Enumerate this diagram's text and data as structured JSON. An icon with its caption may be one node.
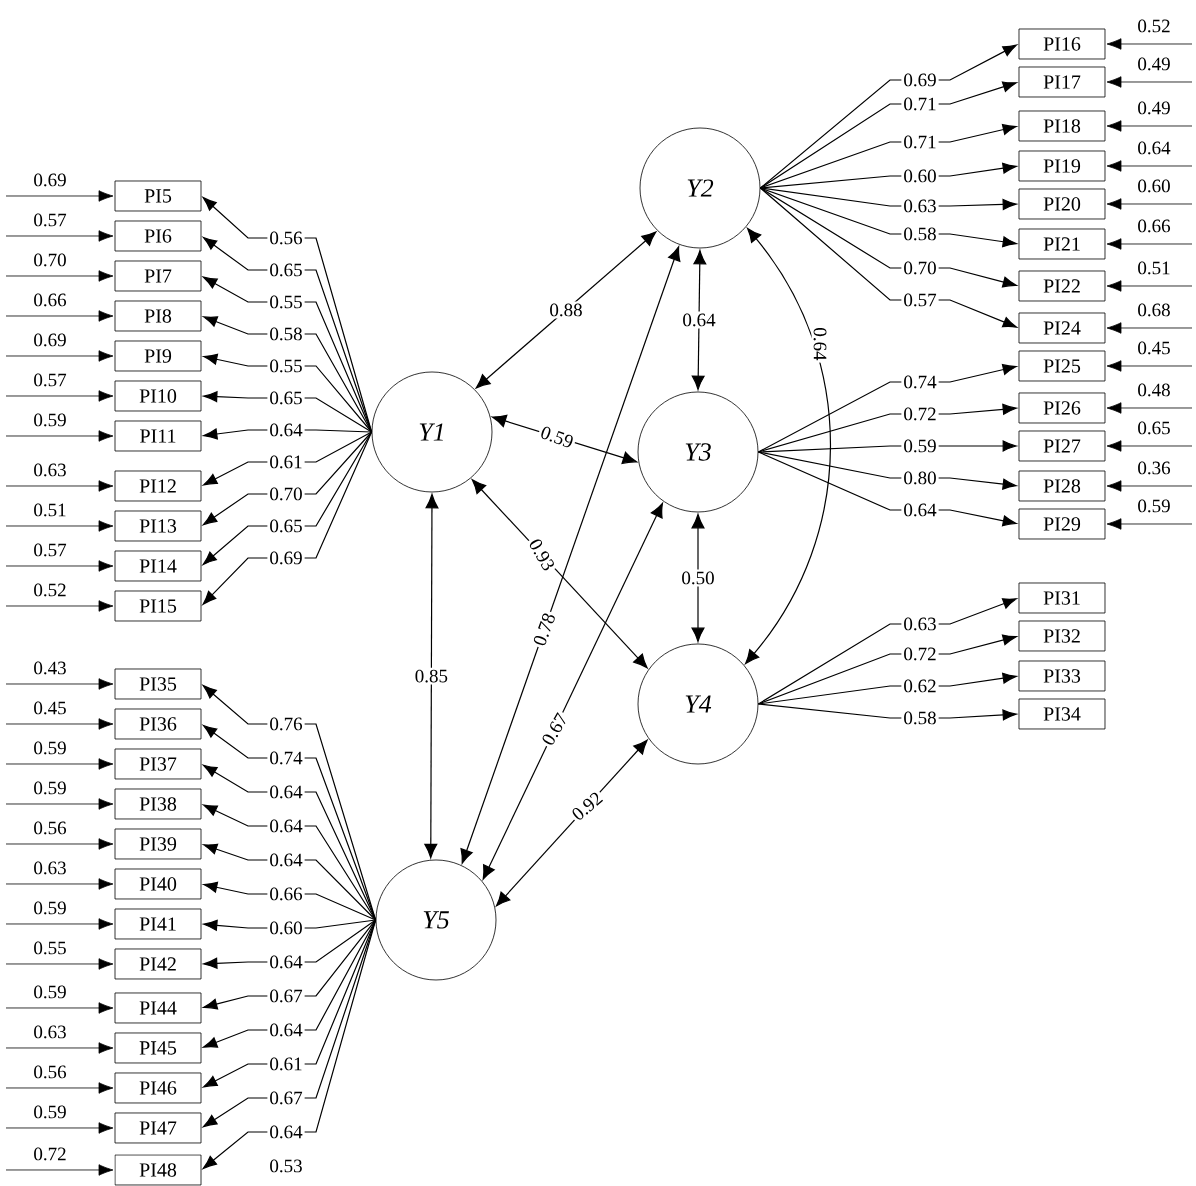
{
  "diagram": {
    "nodes": [
      {
        "text": [
          "Y1"
        ]
      },
      {
        "text": [
          "Y2"
        ]
      },
      {
        "text": [
          "Y3"
        ]
      },
      {
        "text": [
          "Y4"
        ]
      },
      {
        "text": [
          "Y5"
        ]
      },
      {
        "text": [
          "PI5"
        ]
      },
      {
        "text": [
          "PI6"
        ]
      },
      {
        "text": [
          "PI7"
        ]
      },
      {
        "text": [
          "PI8"
        ]
      },
      {
        "text": [
          "PI9"
        ]
      },
      {
        "text": [
          "PI10"
        ]
      },
      {
        "text": [
          "PI11"
        ]
      },
      {
        "text": [
          "PI12"
        ]
      },
      {
        "text": [
          "PI13"
        ]
      },
      {
        "text": [
          "PI14"
        ]
      },
      {
        "text": [
          "PI15"
        ]
      },
      {
        "text": [
          "PI35"
        ]
      },
      {
        "text": [
          "PI36"
        ]
      },
      {
        "text": [
          "PI37"
        ]
      },
      {
        "text": [
          "PI38"
        ]
      },
      {
        "text": [
          "PI39"
        ]
      },
      {
        "text": [
          "PI40"
        ]
      },
      {
        "text": [
          "PI41"
        ]
      },
      {
        "text": [
          "PI42"
        ]
      },
      {
        "text": [
          "PI44"
        ]
      },
      {
        "text": [
          "PI45"
        ]
      },
      {
        "text": [
          "PI46"
        ]
      },
      {
        "text": [
          "PI47"
        ]
      },
      {
        "text": [
          "PI48"
        ]
      },
      {
        "text": [
          "PI16"
        ]
      },
      {
        "text": [
          "PI17"
        ]
      },
      {
        "text": [
          "PI18"
        ]
      },
      {
        "text": [
          "PI19"
        ]
      },
      {
        "text": [
          "PI20"
        ]
      },
      {
        "text": [
          "PI21"
        ]
      },
      {
        "text": [
          "PI22"
        ]
      },
      {
        "text": [
          "PI24"
        ]
      },
      {
        "text": [
          "PI25"
        ]
      },
      {
        "text": [
          "PI26"
        ]
      },
      {
        "text": [
          "PI27"
        ]
      },
      {
        "text": [
          "PI28"
        ]
      },
      {
        "text": [
          "PI29"
        ]
      },
      {
        "text": [
          "PI31"
        ]
      },
      {
        "text": [
          "PI32"
        ]
      },
      {
        "text": [
          "PI33"
        ]
      },
      {
        "text": [
          "PI34"
        ]
      }
    ],
    "edges": [
      {
        "from": 0,
        "to": 1,
        "arrow": "both",
        "label": "0.88"
      },
      {
        "from": 1,
        "to": 2,
        "arrow": "both",
        "label": "0.64"
      },
      {
        "from": 0,
        "to": 2,
        "arrow": "both",
        "label": "0.59"
      },
      {
        "from": 0,
        "to": 3,
        "arrow": "both",
        "label": "0.93"
      },
      {
        "from": 1,
        "to": 3,
        "arrow": "both",
        "label": "0.64"
      },
      {
        "from": 2,
        "to": 3,
        "arrow": "both",
        "label": "0.50"
      },
      {
        "from": 0,
        "to": 4,
        "arrow": "both",
        "label": "0.85"
      },
      {
        "from": 1,
        "to": 4,
        "arrow": "both",
        "label": "0.78"
      },
      {
        "from": 2,
        "to": 4,
        "arrow": "both",
        "label": "0.67"
      },
      {
        "from": 3,
        "to": 4,
        "arrow": "both",
        "label": "0.92"
      },
      {
        "from": 0,
        "to": 5,
        "arrow": "to",
        "label": "0.56"
      },
      {
        "from": 0,
        "to": 6,
        "arrow": "to",
        "label": "0.65"
      },
      {
        "from": 0,
        "to": 7,
        "arrow": "to",
        "label": "0.55"
      },
      {
        "from": 0,
        "to": 8,
        "arrow": "to",
        "label": "0.58"
      },
      {
        "from": 0,
        "to": 9,
        "arrow": "to",
        "label": "0.55"
      },
      {
        "from": 0,
        "to": 10,
        "arrow": "to",
        "label": "0.65"
      },
      {
        "from": 0,
        "to": 11,
        "arrow": "to",
        "label": "0.64"
      },
      {
        "from": 0,
        "to": 12,
        "arrow": "to",
        "label": "0.61"
      },
      {
        "from": 0,
        "to": 13,
        "arrow": "to",
        "label": "0.70"
      },
      {
        "from": 0,
        "to": 14,
        "arrow": "to",
        "label": "0.65"
      },
      {
        "from": 0,
        "to": 15,
        "arrow": "to",
        "label": "0.69"
      },
      {
        "from": 4,
        "to": 16,
        "arrow": "to",
        "label": "0.76"
      },
      {
        "from": 4,
        "to": 17,
        "arrow": "to",
        "label": "0.74"
      },
      {
        "from": 4,
        "to": 18,
        "arrow": "to",
        "label": "0.64"
      },
      {
        "from": 4,
        "to": 19,
        "arrow": "to",
        "label": "0.64"
      },
      {
        "from": 4,
        "to": 20,
        "arrow": "to",
        "label": "0.64"
      },
      {
        "from": 4,
        "to": 21,
        "arrow": "to",
        "label": "0.66"
      },
      {
        "from": 4,
        "to": 22,
        "arrow": "to",
        "label": "0.60"
      },
      {
        "from": 4,
        "to": 23,
        "arrow": "to",
        "label": "0.64"
      },
      {
        "from": 4,
        "to": 24,
        "arrow": "to",
        "label": "0.67"
      },
      {
        "from": 4,
        "to": 25,
        "arrow": "to",
        "label": "0.64"
      },
      {
        "from": 4,
        "to": 26,
        "arrow": "to",
        "label": "0.61"
      },
      {
        "from": 4,
        "to": 27,
        "arrow": "to",
        "label": "0.67"
      },
      {
        "from": 4,
        "to": 28,
        "arrow": "to",
        "label": "0.64"
      },
      {
        "from": 1,
        "to": 29,
        "arrow": "to",
        "label": "0.69"
      },
      {
        "from": 1,
        "to": 30,
        "arrow": "to",
        "label": "0.71"
      },
      {
        "from": 1,
        "to": 31,
        "arrow": "to",
        "label": "0.71"
      },
      {
        "from": 1,
        "to": 32,
        "arrow": "to",
        "label": "0.60"
      },
      {
        "from": 1,
        "to": 33,
        "arrow": "to",
        "label": "0.63"
      },
      {
        "from": 1,
        "to": 34,
        "arrow": "to",
        "label": "0.58"
      },
      {
        "from": 1,
        "to": 35,
        "arrow": "to",
        "label": "0.70"
      },
      {
        "from": 1,
        "to": 36,
        "arrow": "to",
        "label": "0.57"
      },
      {
        "from": 2,
        "to": 37,
        "arrow": "to",
        "label": "0.74"
      },
      {
        "from": 2,
        "to": 38,
        "arrow": "to",
        "label": "0.72"
      },
      {
        "from": 2,
        "to": 39,
        "arrow": "to",
        "label": "0.59"
      },
      {
        "from": 2,
        "to": 40,
        "arrow": "to",
        "label": "0.80"
      },
      {
        "from": 2,
        "to": 41,
        "arrow": "to",
        "label": "0.64"
      },
      {
        "from": 3,
        "to": 42,
        "arrow": "to",
        "label": "0.63"
      },
      {
        "from": 3,
        "to": 43,
        "arrow": "to",
        "label": "0.72"
      },
      {
        "from": 3,
        "to": 44,
        "arrow": "to",
        "label": "0.62"
      },
      {
        "from": 3,
        "to": 45,
        "arrow": "to",
        "label": "0.58"
      },
      {
        "from": null,
        "to": 5,
        "arrow": "to",
        "label": "0.69"
      },
      {
        "from": null,
        "to": 6,
        "arrow": "to",
        "label": "0.57"
      },
      {
        "from": null,
        "to": 7,
        "arrow": "to",
        "label": "0.70"
      },
      {
        "from": null,
        "to": 8,
        "arrow": "to",
        "label": "0.66"
      },
      {
        "from": null,
        "to": 9,
        "arrow": "to",
        "label": "0.69"
      },
      {
        "from": null,
        "to": 10,
        "arrow": "to",
        "label": "0.57"
      },
      {
        "from": null,
        "to": 11,
        "arrow": "to",
        "label": "0.59"
      },
      {
        "from": null,
        "to": 12,
        "arrow": "to",
        "label": "0.63"
      },
      {
        "from": null,
        "to": 13,
        "arrow": "to",
        "label": "0.51"
      },
      {
        "from": null,
        "to": 14,
        "arrow": "to",
        "label": "0.57"
      },
      {
        "from": null,
        "to": 15,
        "arrow": "to",
        "label": "0.52"
      },
      {
        "from": null,
        "to": 16,
        "arrow": "to",
        "label": "0.43"
      },
      {
        "from": null,
        "to": 17,
        "arrow": "to",
        "label": "0.45"
      },
      {
        "from": null,
        "to": 18,
        "arrow": "to",
        "label": "0.59"
      },
      {
        "from": null,
        "to": 19,
        "arrow": "to",
        "label": "0.59"
      },
      {
        "from": null,
        "to": 20,
        "arrow": "to",
        "label": "0.56"
      },
      {
        "from": null,
        "to": 21,
        "arrow": "to",
        "label": "0.63"
      },
      {
        "from": null,
        "to": 22,
        "arrow": "to",
        "label": "0.59"
      },
      {
        "from": null,
        "to": 23,
        "arrow": "to",
        "label": "0.55"
      },
      {
        "from": null,
        "to": 24,
        "arrow": "to",
        "label": "0.59"
      },
      {
        "from": null,
        "to": 25,
        "arrow": "to",
        "label": "0.63"
      },
      {
        "from": null,
        "to": 26,
        "arrow": "to",
        "label": "0.56"
      },
      {
        "from": null,
        "to": 27,
        "arrow": "to",
        "label": "0.59"
      },
      {
        "from": null,
        "to": 28,
        "arrow": "to",
        "label": "0.72"
      },
      {
        "from": null,
        "to": 29,
        "arrow": "to",
        "label": "0.52"
      },
      {
        "from": null,
        "to": 30,
        "arrow": "to",
        "label": "0.49"
      },
      {
        "from": null,
        "to": 31,
        "arrow": "to",
        "label": "0.49"
      },
      {
        "from": null,
        "to": 32,
        "arrow": "to",
        "label": "0.64"
      },
      {
        "from": null,
        "to": 33,
        "arrow": "to",
        "label": "0.60"
      },
      {
        "from": null,
        "to": 34,
        "arrow": "to",
        "label": "0.66"
      },
      {
        "from": null,
        "to": 35,
        "arrow": "to",
        "label": "0.51"
      },
      {
        "from": null,
        "to": 36,
        "arrow": "to",
        "label": "0.68"
      },
      {
        "from": null,
        "to": 37,
        "arrow": "to",
        "label": "0.45"
      },
      {
        "from": null,
        "to": 38,
        "arrow": "to",
        "label": "0.48"
      },
      {
        "from": null,
        "to": 39,
        "arrow": "to",
        "label": "0.65"
      },
      {
        "from": null,
        "to": 40,
        "arrow": "to",
        "label": "0.36"
      },
      {
        "from": null,
        "to": 41,
        "arrow": "to",
        "label": "0.59"
      }
    ],
    "labels": [
      "0.53"
    ]
  }
}
